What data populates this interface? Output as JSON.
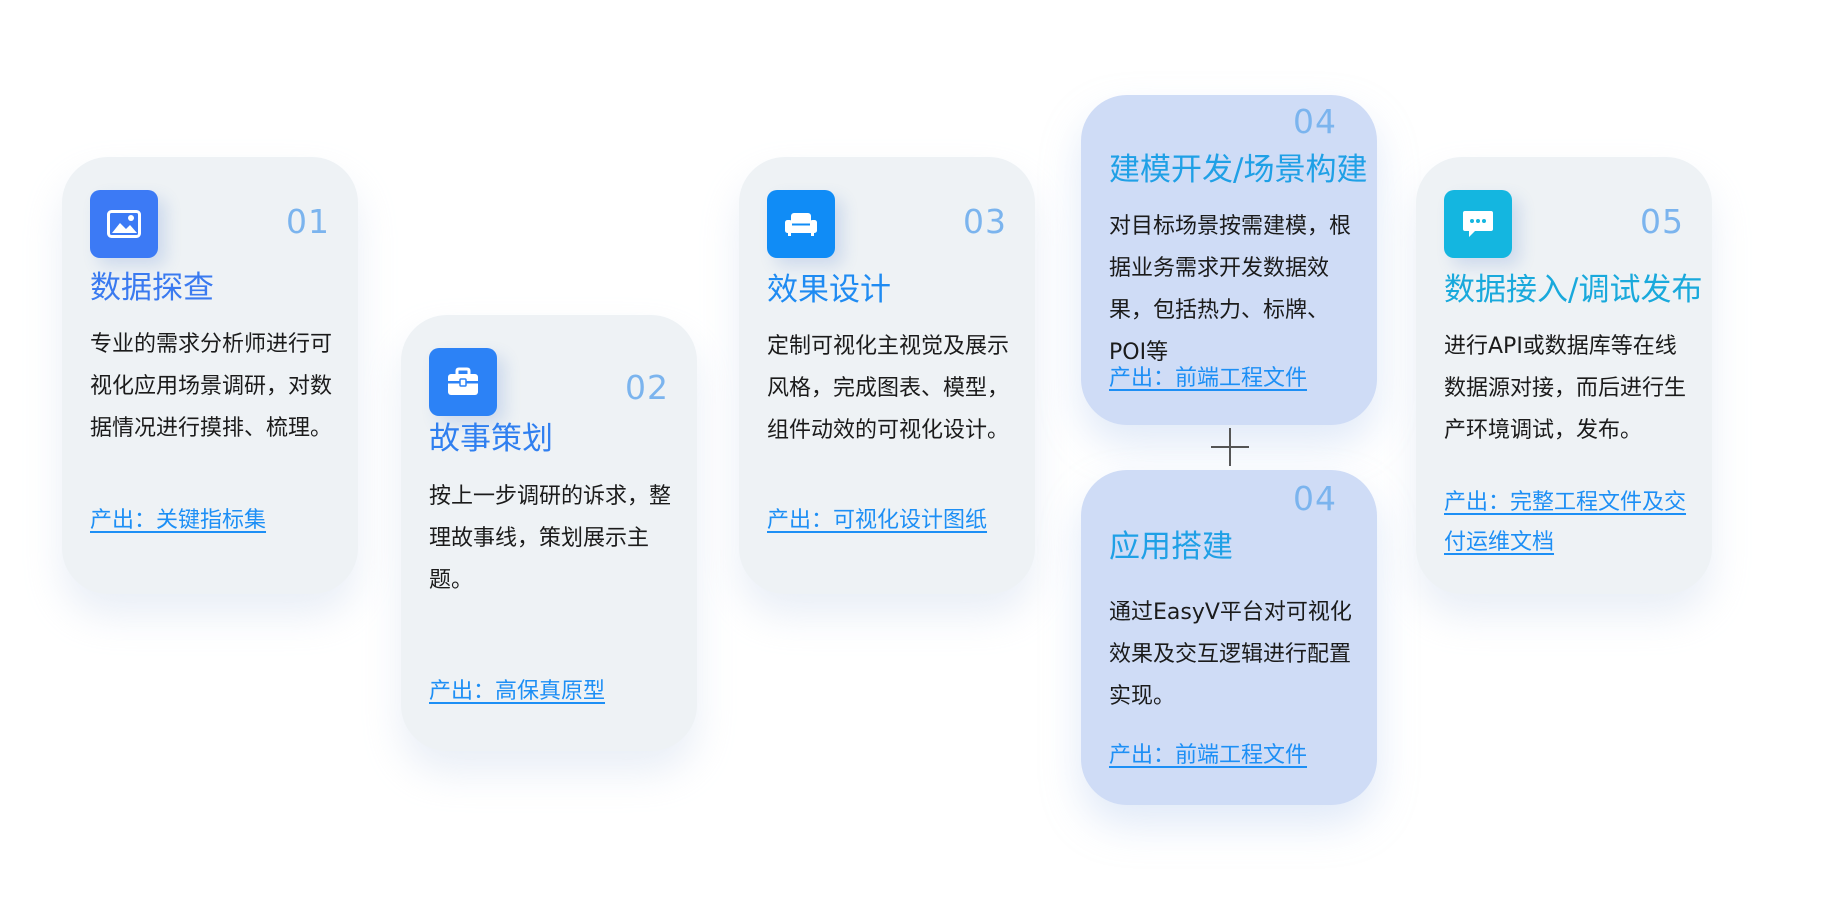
{
  "colors": {
    "card_bg": "#eef2f5",
    "card_bg_highlight": "#cfdcf6",
    "number": "#7bb4ee",
    "link": "#1d8ff5",
    "text": "#1b1b1b"
  },
  "cards": [
    {
      "number": "01",
      "title": "数据探查",
      "title_color": "#3a7af0",
      "icon": "image-icon",
      "icon_bg": "#3c7af5",
      "description": "专业的需求分析师进行可视化应用场景调研，对数据情况进行摸排、梳理。",
      "output": "产出：关键指标集"
    },
    {
      "number": "02",
      "title": "故事策划",
      "title_color": "#2f7ff0",
      "icon": "briefcase-icon",
      "icon_bg": "#2c82f6",
      "description": "按上一步调研的诉求，整理故事线，策划展示主题。",
      "output": "产出：高保真原型"
    },
    {
      "number": "03",
      "title": "效果设计",
      "title_color": "#1f8bf2",
      "icon": "sofa-icon",
      "icon_bg": "#108cf6",
      "description": "定制可视化主视觉及展示风格，完成图表、模型，组件动效的可视化设计。",
      "output": "产出：可视化设计图纸"
    },
    {
      "number": "04",
      "title": "建模开发/场景构建",
      "title_color": "#1fa0e6",
      "description": "对目标场景按需建模，根据业务需求开发数据效果，包括热力、标牌、POI等",
      "output": "产出：前端工程文件"
    },
    {
      "number": "04",
      "title": "应用搭建",
      "title_color": "#1fa0e6",
      "description": "通过EasyV平台对可视化效果及交互逻辑进行配置实现。",
      "output": "产出：前端工程文件"
    },
    {
      "number": "05",
      "title": "数据接入/调试发布",
      "title_color": "#19a9dc",
      "icon": "chat-icon",
      "icon_bg": "#14b6e0",
      "description": "进行API或数据库等在线数据源对接，而后进行生产环境调试，发布。",
      "output": "产出：完整工程文件及交付运维文档"
    }
  ]
}
